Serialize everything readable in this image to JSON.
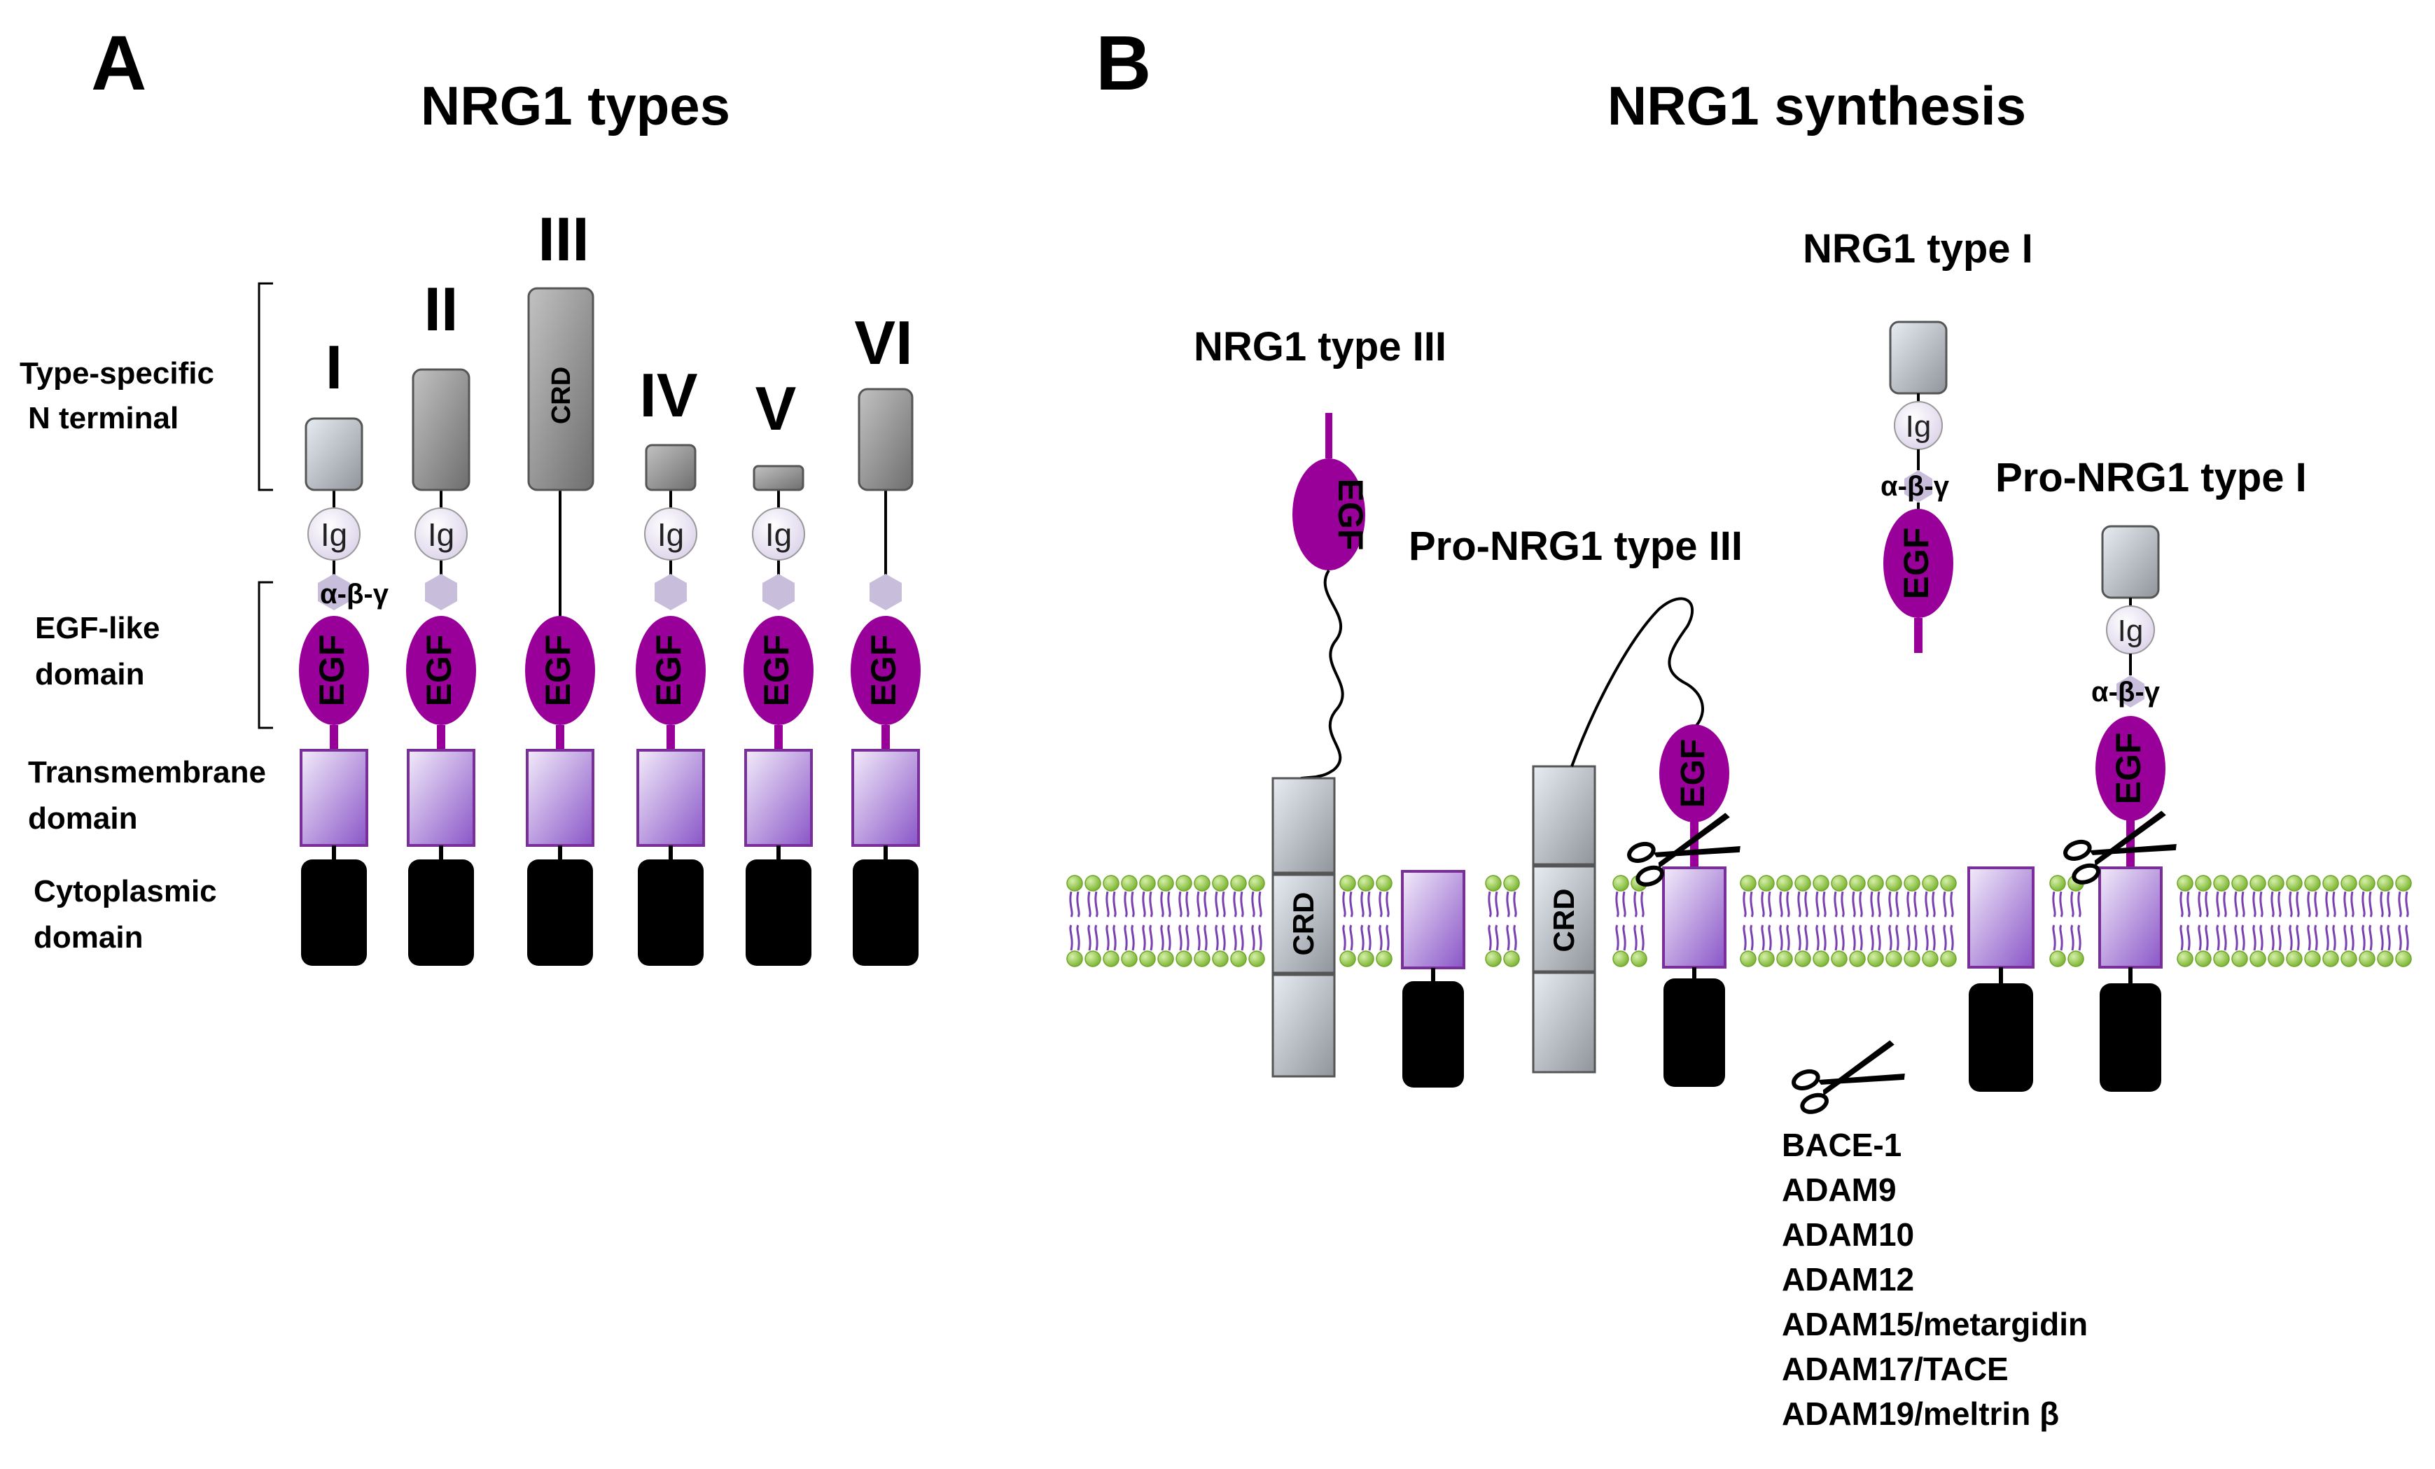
{
  "panel_a": {
    "letter": "A",
    "title": "NRG1 types",
    "side_labels": {
      "type_specific_1": "Type-specific",
      "type_specific_2": "N terminal",
      "egf_like_1": "EGF-like",
      "egf_like_2": "domain",
      "transmembrane_1": "Transmembrane",
      "transmembrane_2": "domain",
      "cytoplasmic_1": "Cytoplasmic",
      "cytoplasmic_2": "domain"
    },
    "types": [
      {
        "numeral": "I",
        "nterm": "light",
        "ig": "Ig",
        "splice": "α-β-γ",
        "egf": "EGF"
      },
      {
        "numeral": "II",
        "nterm": "dark",
        "ig": "Ig",
        "splice": "hexagon",
        "egf": "EGF"
      },
      {
        "numeral": "III",
        "nterm": "crd",
        "crd_label": "CRD",
        "egf": "EGF"
      },
      {
        "numeral": "IV",
        "nterm": "small",
        "ig": "Ig",
        "splice": "hexagon",
        "egf": "EGF"
      },
      {
        "numeral": "V",
        "nterm": "tiny",
        "ig": "Ig",
        "splice": "hexagon",
        "egf": "EGF"
      },
      {
        "numeral": "VI",
        "nterm": "dark",
        "splice": "hexagon",
        "egf": "EGF"
      }
    ]
  },
  "panel_b": {
    "letter": "B",
    "title": "NRG1 synthesis",
    "labels": {
      "type_iii": "NRG1 type III",
      "pro_type_iii": "Pro-NRG1 type III",
      "type_i": "NRG1 type I",
      "pro_type_i": "Pro-NRG1 type I"
    },
    "domain_labels": {
      "egf": "EGF",
      "crd": "CRD",
      "ig": "Ig",
      "splice": "α-β-γ"
    },
    "proteases": [
      "BACE-1",
      "ADAM9",
      "ADAM10",
      "ADAM12",
      "ADAM15/metargidin",
      "ADAM17/TACE",
      "ADAM19/meltrin β"
    ]
  },
  "colors": {
    "egf_magenta": "#990099",
    "transmembrane_purple": "#9966cc",
    "lipid_head_green": "#8cc63f",
    "cytoplasmic_black": "#000000",
    "grey_box": "#9a9a9a",
    "ig_circle": "#ece6f2",
    "hexagon_lavender": "#c8bedc"
  }
}
